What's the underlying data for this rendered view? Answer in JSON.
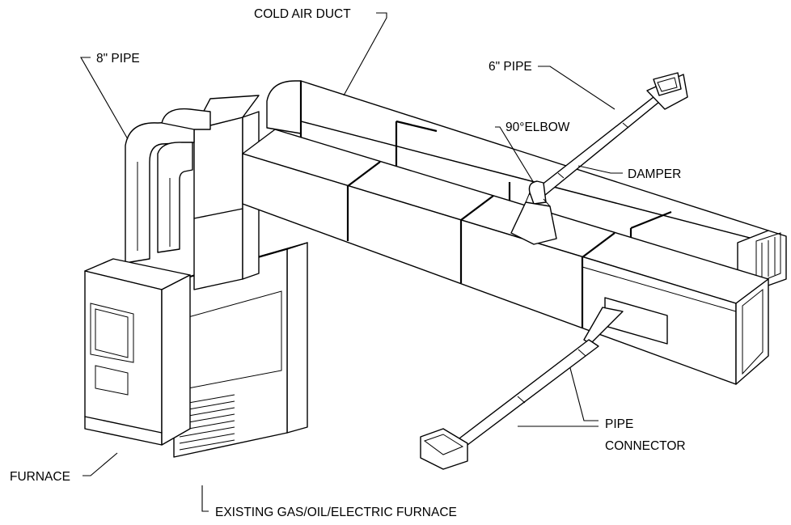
{
  "labels": {
    "cold_air_duct": "COLD AIR DUCT",
    "pipe_8in": "8\" PIPE",
    "pipe_6in": "6\" PIPE",
    "elbow_90": "90°ELBOW",
    "damper": "DAMPER",
    "pipe_connector_line1": "PIPE",
    "pipe_connector_line2": "CONNECTOR",
    "furnace": "FURNACE",
    "existing_furnace": "EXISTING GAS/OIL/ELECTRIC FURNACE"
  }
}
